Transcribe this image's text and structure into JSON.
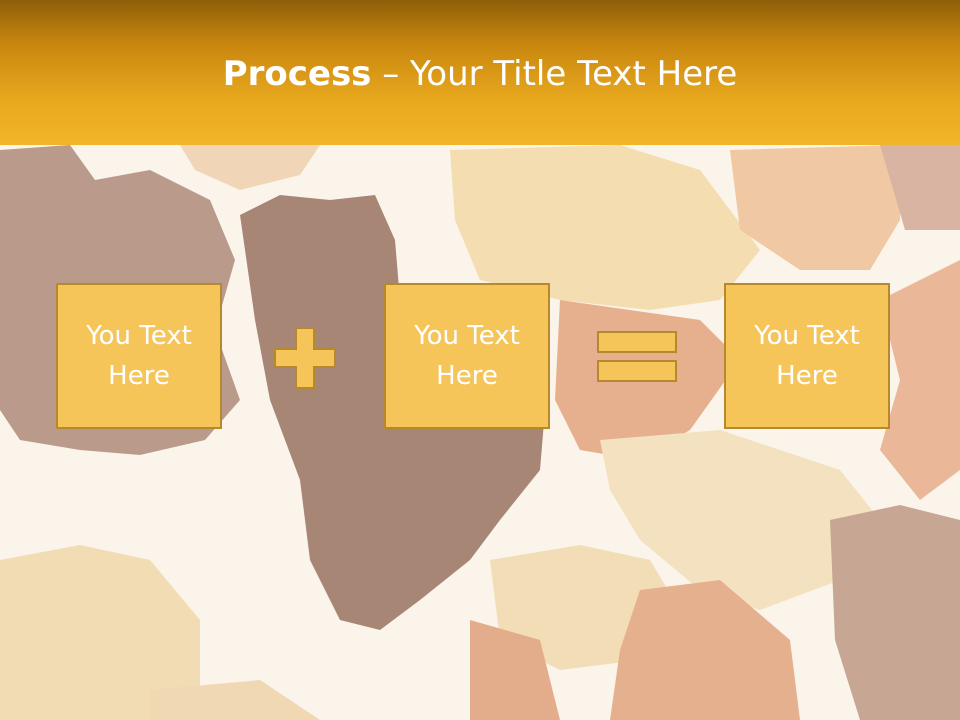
{
  "title": {
    "bold": "Process",
    "rest": " – Your Title Text Here"
  },
  "boxes": [
    {
      "label": "You Text Here"
    },
    {
      "label": "You Text Here"
    },
    {
      "label": "You Text Here"
    }
  ],
  "colors": {
    "header": "#e9a91e",
    "box_fill": "#f6c55a",
    "box_border": "#b68a2c",
    "text": "#ffffff"
  }
}
